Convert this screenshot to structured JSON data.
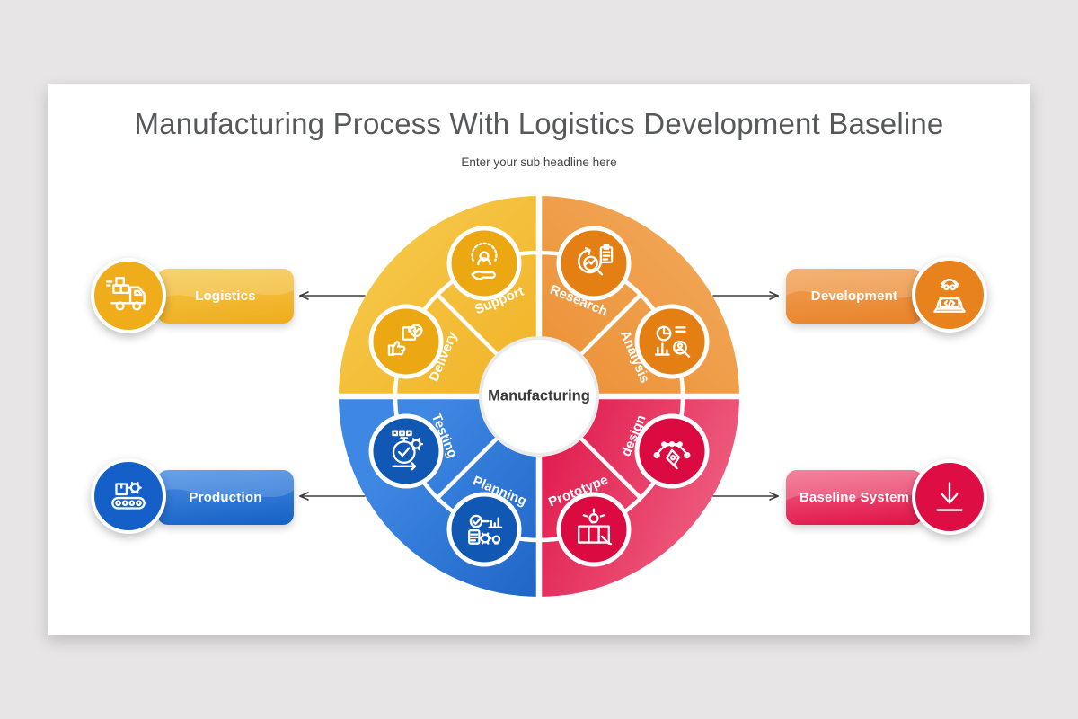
{
  "slide": {
    "title": "Manufacturing Process With Logistics Development Baseline",
    "subtitle": "Enter your sub headline here"
  },
  "wheel": {
    "center_label": "Manufacturing",
    "segments": [
      {
        "label": "Support",
        "quadrant": "logistics",
        "icon": "customer-support-icon"
      },
      {
        "label": "Research",
        "quadrant": "development",
        "icon": "research-magnifier-icon"
      },
      {
        "label": "Analysis",
        "quadrant": "development",
        "icon": "data-analysis-icon"
      },
      {
        "label": "design",
        "quadrant": "baseline-system",
        "icon": "pen-tool-icon"
      },
      {
        "label": "Prototype",
        "quadrant": "baseline-system",
        "icon": "blueprint-bulb-icon"
      },
      {
        "label": "Planning",
        "quadrant": "production",
        "icon": "planning-checklist-icon"
      },
      {
        "label": "Testing",
        "quadrant": "production",
        "icon": "stopwatch-gear-icon"
      },
      {
        "label": "Delivery",
        "quadrant": "logistics",
        "icon": "package-check-icon"
      }
    ],
    "quadrant_colors": {
      "logistics": "#F0B42A",
      "development": "#EC8F38",
      "production": "#2470D6",
      "baseline_system": "#E41A4D"
    }
  },
  "callouts": [
    {
      "label": "Logistics",
      "side": "left",
      "position": "top",
      "color": "#EFAF22",
      "icon": "delivery-truck-icon"
    },
    {
      "label": "Development",
      "side": "right",
      "position": "top",
      "color": "#E98428",
      "icon": "developer-icon"
    },
    {
      "label": "Production",
      "side": "left",
      "position": "bottom",
      "color": "#1E66CC",
      "icon": "conveyor-gear-icon"
    },
    {
      "label": "Baseline System",
      "side": "right",
      "position": "bottom",
      "color": "#E3124A",
      "icon": "download-icon"
    }
  ]
}
